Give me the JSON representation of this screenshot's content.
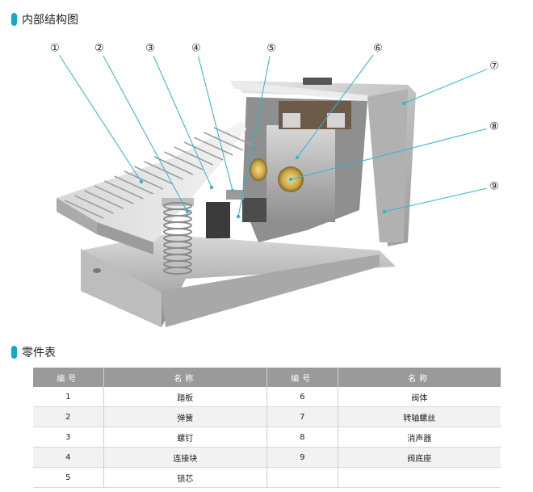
{
  "section1": {
    "title": "内部结构图"
  },
  "section2": {
    "title": "零件表"
  },
  "callouts": [
    "①",
    "②",
    "③",
    "④",
    "⑤",
    "⑥",
    "⑦",
    "⑧",
    "⑨"
  ],
  "table": {
    "headers": [
      "编号",
      "名称",
      "编号",
      "名称"
    ],
    "rows": [
      [
        "1",
        "踏板",
        "6",
        "阀体"
      ],
      [
        "2",
        "弹簧",
        "7",
        "转轴螺丝"
      ],
      [
        "3",
        "螺钉",
        "8",
        "消声器"
      ],
      [
        "4",
        "连接块",
        "9",
        "阀底座"
      ],
      [
        "5",
        "锁芯",
        "",
        ""
      ]
    ]
  },
  "colors": {
    "accent": "#1aa6c7",
    "leader": "#2fb5d3",
    "header_bg": "#9a9a9a"
  }
}
